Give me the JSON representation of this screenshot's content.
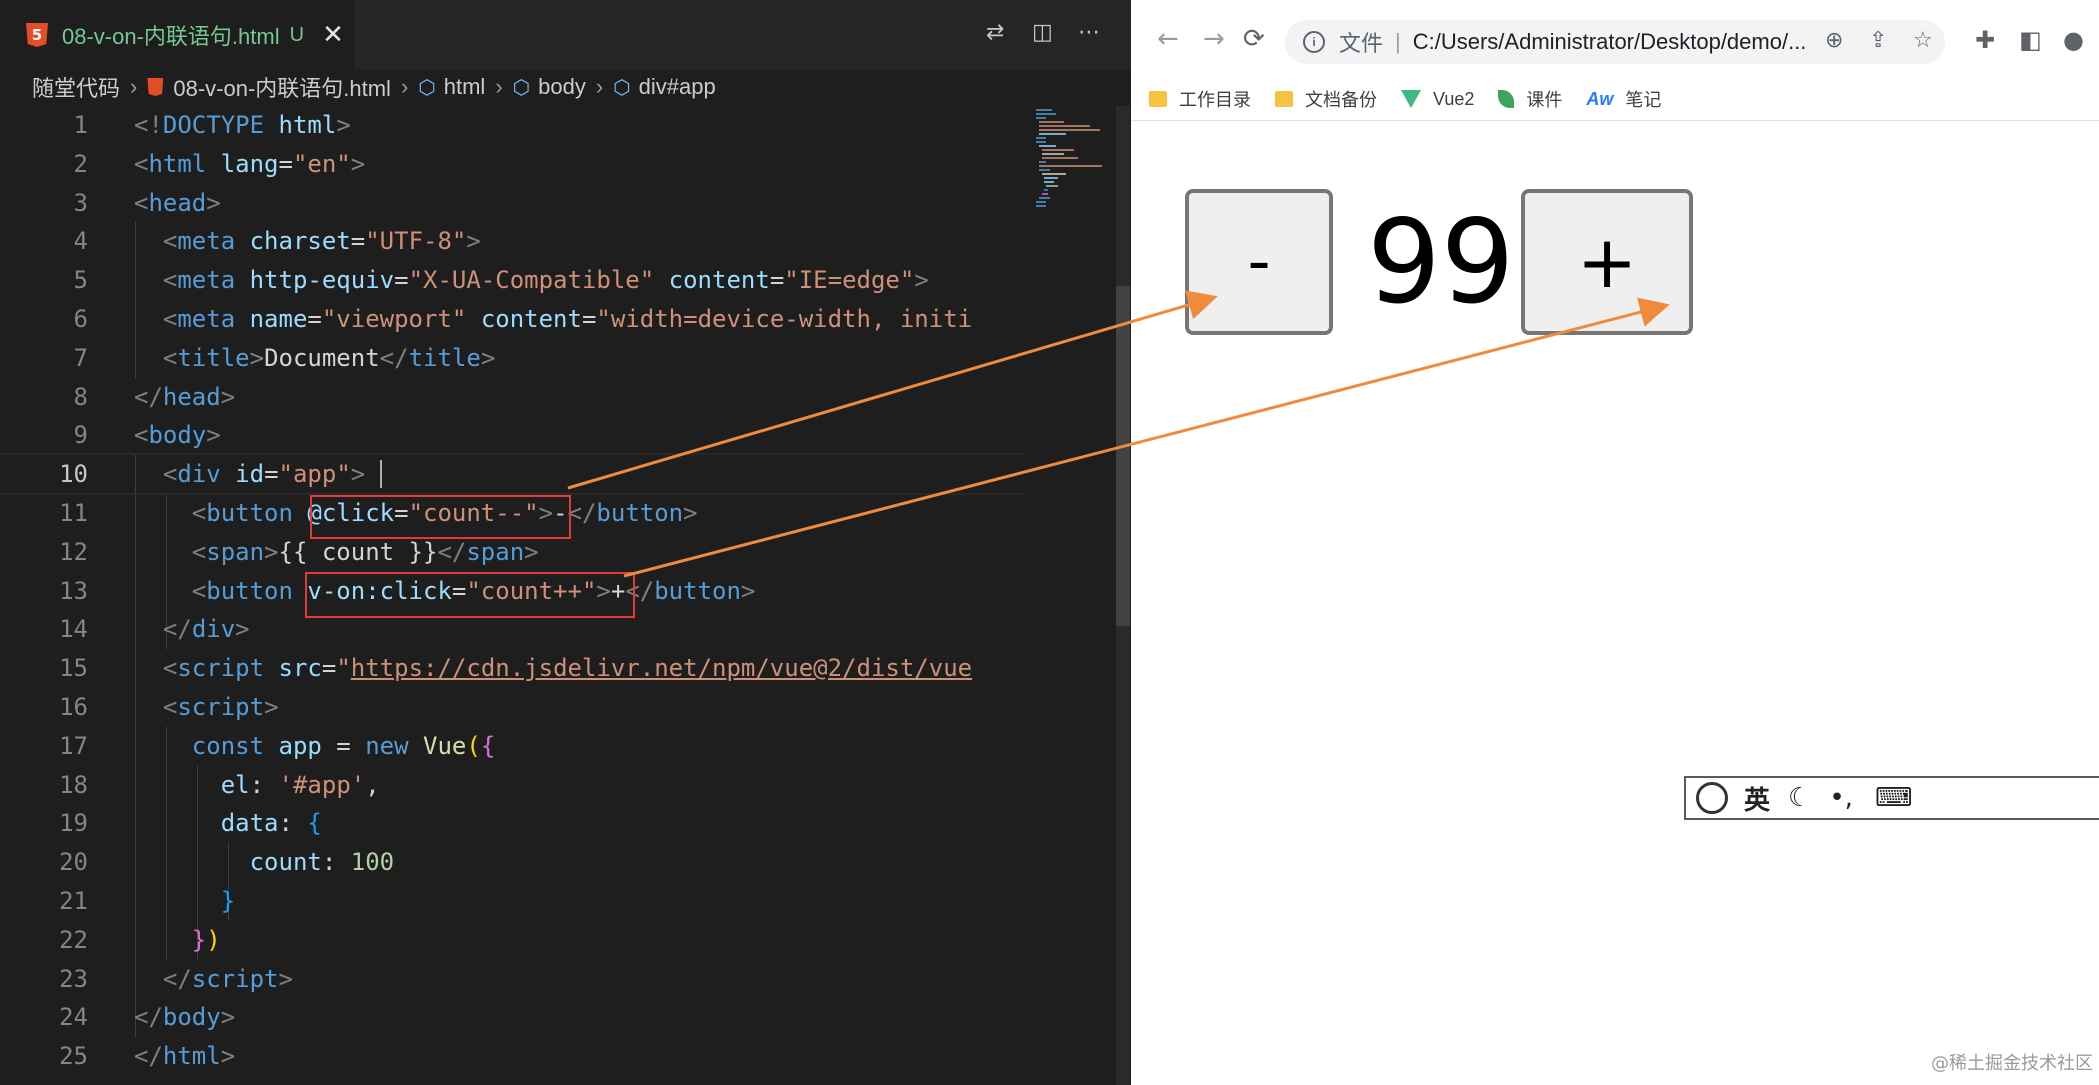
{
  "editor": {
    "tab": {
      "badge": "5",
      "filename": "08-v-on-内联语句.html",
      "status": "U",
      "close": "✕"
    },
    "tab_icons": [
      "source-control-icon",
      "split-editor-icon",
      "more-icon"
    ],
    "breadcrumb": [
      "随堂代码",
      "08-v-on-内联语句.html",
      "html",
      "body",
      "div#app"
    ],
    "active_line": 10,
    "lines": [
      {
        "n": "1",
        "tokens": [
          [
            "t-br",
            "<!"
          ],
          [
            "t-tag",
            "DOCTYPE"
          ],
          [
            "t-txt",
            " "
          ],
          [
            "t-attr",
            "html"
          ],
          [
            "t-br",
            ">"
          ]
        ]
      },
      {
        "n": "2",
        "tokens": [
          [
            "t-br",
            "<"
          ],
          [
            "t-tag",
            "html"
          ],
          [
            "t-txt",
            " "
          ],
          [
            "t-attr",
            "lang"
          ],
          [
            "t-txt",
            "="
          ],
          [
            "t-str",
            "\"en\""
          ],
          [
            "t-br",
            ">"
          ]
        ]
      },
      {
        "n": "3",
        "tokens": [
          [
            "t-br",
            "<"
          ],
          [
            "t-tag",
            "head"
          ],
          [
            "t-br",
            ">"
          ]
        ]
      },
      {
        "n": "4",
        "tokens": [
          [
            "t-txt",
            "  "
          ],
          [
            "t-br",
            "<"
          ],
          [
            "t-tag",
            "meta"
          ],
          [
            "t-txt",
            " "
          ],
          [
            "t-attr",
            "charset"
          ],
          [
            "t-txt",
            "="
          ],
          [
            "t-str",
            "\"UTF-8\""
          ],
          [
            "t-br",
            ">"
          ]
        ]
      },
      {
        "n": "5",
        "tokens": [
          [
            "t-txt",
            "  "
          ],
          [
            "t-br",
            "<"
          ],
          [
            "t-tag",
            "meta"
          ],
          [
            "t-txt",
            " "
          ],
          [
            "t-attr",
            "http-equiv"
          ],
          [
            "t-txt",
            "="
          ],
          [
            "t-str",
            "\"X-UA-Compatible\""
          ],
          [
            "t-txt",
            " "
          ],
          [
            "t-attr",
            "content"
          ],
          [
            "t-txt",
            "="
          ],
          [
            "t-str",
            "\"IE=edge\""
          ],
          [
            "t-br",
            ">"
          ]
        ]
      },
      {
        "n": "6",
        "tokens": [
          [
            "t-txt",
            "  "
          ],
          [
            "t-br",
            "<"
          ],
          [
            "t-tag",
            "meta"
          ],
          [
            "t-txt",
            " "
          ],
          [
            "t-attr",
            "name"
          ],
          [
            "t-txt",
            "="
          ],
          [
            "t-str",
            "\"viewport\""
          ],
          [
            "t-txt",
            " "
          ],
          [
            "t-attr",
            "content"
          ],
          [
            "t-txt",
            "="
          ],
          [
            "t-str",
            "\"width=device-width, initi"
          ]
        ]
      },
      {
        "n": "7",
        "tokens": [
          [
            "t-txt",
            "  "
          ],
          [
            "t-br",
            "<"
          ],
          [
            "t-tag",
            "title"
          ],
          [
            "t-br",
            ">"
          ],
          [
            "t-txt",
            "Document"
          ],
          [
            "t-br",
            "</"
          ],
          [
            "t-tag",
            "title"
          ],
          [
            "t-br",
            ">"
          ]
        ]
      },
      {
        "n": "8",
        "tokens": [
          [
            "t-br",
            "</"
          ],
          [
            "t-tag",
            "head"
          ],
          [
            "t-br",
            ">"
          ]
        ]
      },
      {
        "n": "9",
        "tokens": [
          [
            "t-br",
            "<"
          ],
          [
            "t-tag",
            "body"
          ],
          [
            "t-br",
            ">"
          ]
        ]
      },
      {
        "n": "10",
        "tokens": [
          [
            "t-txt",
            "  "
          ],
          [
            "t-br",
            "<"
          ],
          [
            "t-tag",
            "div"
          ],
          [
            "t-txt",
            " "
          ],
          [
            "t-attr",
            "id"
          ],
          [
            "t-txt",
            "="
          ],
          [
            "t-str",
            "\"app\""
          ],
          [
            "t-br",
            ">"
          ]
        ]
      },
      {
        "n": "11",
        "tokens": [
          [
            "t-txt",
            "    "
          ],
          [
            "t-br",
            "<"
          ],
          [
            "t-tag",
            "button"
          ],
          [
            "t-txt",
            " "
          ],
          [
            "t-attr",
            "@click"
          ],
          [
            "t-txt",
            "="
          ],
          [
            "t-str",
            "\"count--\""
          ],
          [
            "t-br",
            ">"
          ],
          [
            "t-txt",
            "-"
          ],
          [
            "t-br",
            "</"
          ],
          [
            "t-tag",
            "button"
          ],
          [
            "t-br",
            ">"
          ]
        ]
      },
      {
        "n": "12",
        "tokens": [
          [
            "t-txt",
            "    "
          ],
          [
            "t-br",
            "<"
          ],
          [
            "t-tag",
            "span"
          ],
          [
            "t-br",
            ">"
          ],
          [
            "t-txt",
            "{{ count }}"
          ],
          [
            "t-br",
            "</"
          ],
          [
            "t-tag",
            "span"
          ],
          [
            "t-br",
            ">"
          ]
        ]
      },
      {
        "n": "13",
        "tokens": [
          [
            "t-txt",
            "    "
          ],
          [
            "t-br",
            "<"
          ],
          [
            "t-tag",
            "button"
          ],
          [
            "t-txt",
            " "
          ],
          [
            "t-attr",
            "v-on:click"
          ],
          [
            "t-txt",
            "="
          ],
          [
            "t-str",
            "\"count++\""
          ],
          [
            "t-br",
            ">"
          ],
          [
            "t-txt",
            "+"
          ],
          [
            "t-br",
            "</"
          ],
          [
            "t-tag",
            "button"
          ],
          [
            "t-br",
            ">"
          ]
        ]
      },
      {
        "n": "14",
        "tokens": [
          [
            "t-txt",
            "  "
          ],
          [
            "t-br",
            "</"
          ],
          [
            "t-tag",
            "div"
          ],
          [
            "t-br",
            ">"
          ]
        ]
      },
      {
        "n": "15",
        "tokens": [
          [
            "t-txt",
            "  "
          ],
          [
            "t-br",
            "<"
          ],
          [
            "t-tag",
            "script"
          ],
          [
            "t-txt",
            " "
          ],
          [
            "t-attr",
            "src"
          ],
          [
            "t-txt",
            "="
          ],
          [
            "t-str",
            "\""
          ],
          [
            "t-url",
            "https://cdn.jsdelivr.net/npm/vue@2/dist/vue"
          ]
        ]
      },
      {
        "n": "16",
        "tokens": [
          [
            "t-txt",
            "  "
          ],
          [
            "t-br",
            "<"
          ],
          [
            "t-tag",
            "script"
          ],
          [
            "t-br",
            ">"
          ]
        ]
      },
      {
        "n": "17",
        "tokens": [
          [
            "t-txt",
            "    "
          ],
          [
            "t-kw",
            "const"
          ],
          [
            "t-txt",
            " "
          ],
          [
            "t-var",
            "app"
          ],
          [
            "t-txt",
            " = "
          ],
          [
            "t-kw",
            "new"
          ],
          [
            "t-txt",
            " "
          ],
          [
            "t-fn",
            "Vue"
          ],
          [
            "t-p1",
            "("
          ],
          [
            "t-p2",
            "{"
          ]
        ]
      },
      {
        "n": "18",
        "tokens": [
          [
            "t-txt",
            "      "
          ],
          [
            "t-var",
            "el"
          ],
          [
            "t-txt",
            ": "
          ],
          [
            "t-str",
            "'#app'"
          ],
          [
            "t-txt",
            ","
          ]
        ]
      },
      {
        "n": "19",
        "tokens": [
          [
            "t-txt",
            "      "
          ],
          [
            "t-var",
            "data"
          ],
          [
            "t-txt",
            ": "
          ],
          [
            "t-p3",
            "{"
          ]
        ]
      },
      {
        "n": "20",
        "tokens": [
          [
            "t-txt",
            "        "
          ],
          [
            "t-var",
            "count"
          ],
          [
            "t-txt",
            ": "
          ],
          [
            "t-num",
            "100"
          ]
        ]
      },
      {
        "n": "21",
        "tokens": [
          [
            "t-txt",
            "      "
          ],
          [
            "t-p3",
            "}"
          ]
        ]
      },
      {
        "n": "22",
        "tokens": [
          [
            "t-txt",
            "    "
          ],
          [
            "t-p2",
            "}"
          ],
          [
            "t-p1",
            ")"
          ]
        ]
      },
      {
        "n": "23",
        "tokens": [
          [
            "t-txt",
            "  "
          ],
          [
            "t-br",
            "</"
          ],
          [
            "t-tag",
            "script"
          ],
          [
            "t-br",
            ">"
          ]
        ]
      },
      {
        "n": "24",
        "tokens": [
          [
            "t-br",
            "</"
          ],
          [
            "t-tag",
            "body"
          ],
          [
            "t-br",
            ">"
          ]
        ]
      },
      {
        "n": "25",
        "tokens": [
          [
            "t-br",
            "</"
          ],
          [
            "t-tag",
            "html"
          ],
          [
            "t-br",
            ">"
          ]
        ]
      }
    ]
  },
  "browser": {
    "back": "←",
    "forward": "→",
    "reload": "⟳",
    "address": {
      "label": "文件",
      "url": "C:/Users/Administrator/Desktop/demo/..."
    },
    "bookmarks": [
      {
        "icon": "folder",
        "label": "工作目录"
      },
      {
        "icon": "folder",
        "label": "文档备份"
      },
      {
        "icon": "vue",
        "label": "Vue2"
      },
      {
        "icon": "leaf",
        "label": "课件"
      },
      {
        "icon": "note",
        "label": "笔记"
      }
    ],
    "page": {
      "minus_label": "-",
      "count": "99",
      "plus_label": "+"
    },
    "ime": {
      "mode": "英"
    }
  },
  "watermark": "@稀土掘金技术社区",
  "colors": {
    "highlight_box": "#e03a3a",
    "arrow": "#f08a3c"
  }
}
